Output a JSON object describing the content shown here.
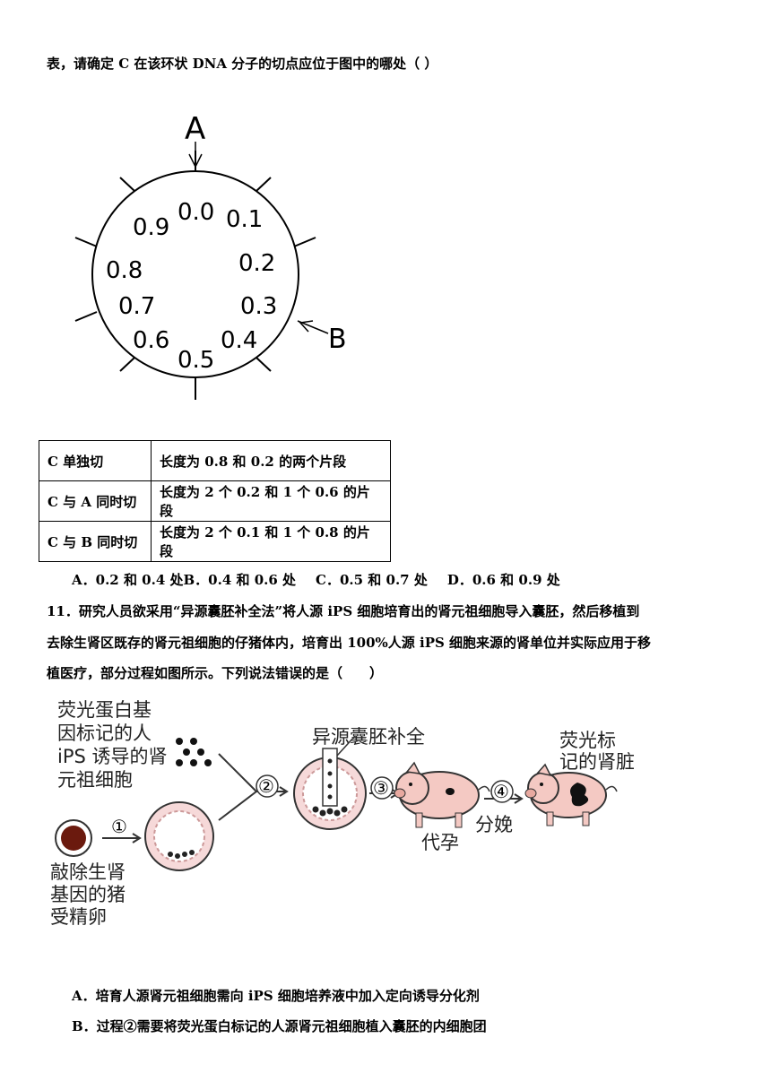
{
  "q10": {
    "intro_line": "表，请确定 C 在该环状 DNA 分子的切点应位于图中的哪处（ ）",
    "diagram": {
      "label_A": "A",
      "label_B": "B",
      "positions": [
        "0.0",
        "0.1",
        "0.2",
        "0.3",
        "0.4",
        "0.5",
        "0.6",
        "0.7",
        "0.8",
        "0.9"
      ]
    },
    "table": [
      {
        "condition": "C 单独切",
        "result": "长度为 0.8 和 0.2 的两个片段"
      },
      {
        "condition": "C 与 A 同时切",
        "result": "长度为 2 个 0.2 和 1 个 0.6 的片段"
      },
      {
        "condition": "C 与 B 同时切",
        "result": "长度为 2 个 0.1 和 1 个 0.8 的片段"
      }
    ],
    "options": {
      "A": "A．0.2 和 0.4 处",
      "B": "B．0.4 和 0.6 处",
      "C": "C．0.5 和 0.7 处",
      "D": "D．0.6 和 0.9 处"
    }
  },
  "q11": {
    "stem_line1": "11．研究人员欲采用“异源囊胚补全法”将人源 iPS 细胞培育出的肾元祖细胞导入囊胚，然后移植到",
    "stem_line2": "去除生肾区既存的肾元祖细胞的仔猪体内，培育出 100%人源 iPS 细胞来源的肾单位并实际应用于移",
    "stem_line3": "植医疗，部分过程如图所示。下列说法错误的是（　　）",
    "figure": {
      "label_ips_1": "荧光蛋白基",
      "label_ips_2": "因标记的人",
      "label_ips_3": "iPS 诱导的肾",
      "label_ips_4": "元祖细胞",
      "label_egg_1": "敲除生肾",
      "label_egg_2": "基因的猪",
      "label_egg_3": "受精卵",
      "label_blastocyst": "异源囊胚补全",
      "label_kidney_1": "荧光标",
      "label_kidney_2": "记的肾脏",
      "label_surrogate": "代孕",
      "label_birth": "分娩",
      "step1": "①",
      "step2": "②",
      "step3": "③",
      "step4": "④"
    },
    "options": {
      "A": "A．培育人源肾元祖细胞需向 iPS 细胞培养液中加入定向诱导分化剂",
      "B": "B．过程②需要将荧光蛋白标记的人源肾元祖细胞植入囊胚的内细胞团"
    }
  }
}
